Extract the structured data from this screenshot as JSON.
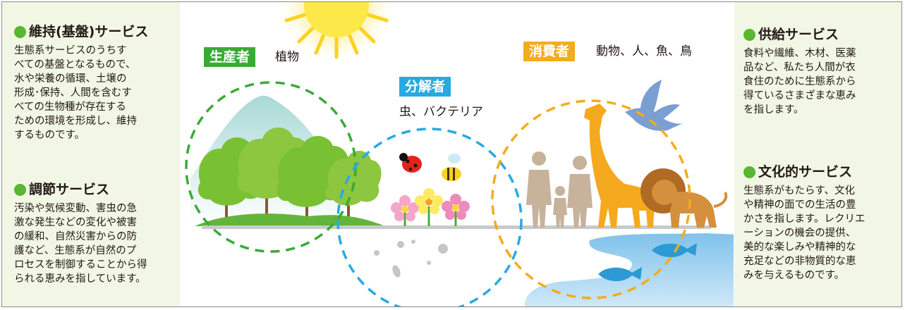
{
  "services": {
    "support": {
      "title": "維持(基盤)サービス",
      "body": "生態系サービスのうちす\nべての基盤となるもので、\n水や栄養の循環、土壌の\n形成･保持、人間を含むす\nべての生物種が存在する\nための環境を形成し、維持\nするものです。"
    },
    "regulating": {
      "title": "調節サービス",
      "body": "汚染や気候変動、害虫の急\n激な発生などの変化や被害\nの緩和、自然災害からの防\n護など、生態系が自然のプ\nロセスを制御することから得\nられる恵みを指しています。"
    },
    "provisioning": {
      "title": "供給サービス",
      "body": "食料や繊維、木材、医薬\n品など、私たち人間が衣\n食住のために生態系から\n得ているさまざまな恵み\nを指します。"
    },
    "cultural": {
      "title": "文化的サービス",
      "body": "生態系がもたらす、文化\nや精神の面での生活の豊\nかさを指します。レクリエ\nーションの機会の提供、\n美的な楽しみや精神的な\n充足などの非物質的な恵\nみを与えるものです。"
    }
  },
  "groups": {
    "producer": {
      "label": "生産者",
      "desc": "植物",
      "color": "#3aaa35"
    },
    "decomposer": {
      "label": "分解者",
      "desc": "虫、バクテリア",
      "color": "#29a9e1"
    },
    "consumer": {
      "label": "消費者",
      "desc": "動物、人、魚、鳥",
      "color": "#f4ab1d"
    }
  },
  "colors": {
    "accent_dot": "#58b630",
    "panel_bg": "#f1f7e4"
  },
  "icons": [
    "sun-icon",
    "mountain-icon",
    "tree-icon",
    "ladybug-icon",
    "bee-icon",
    "flower-icon",
    "people-icon",
    "giraffe-icon",
    "lion-icon",
    "bird-icon",
    "fish-icon",
    "river-icon"
  ]
}
